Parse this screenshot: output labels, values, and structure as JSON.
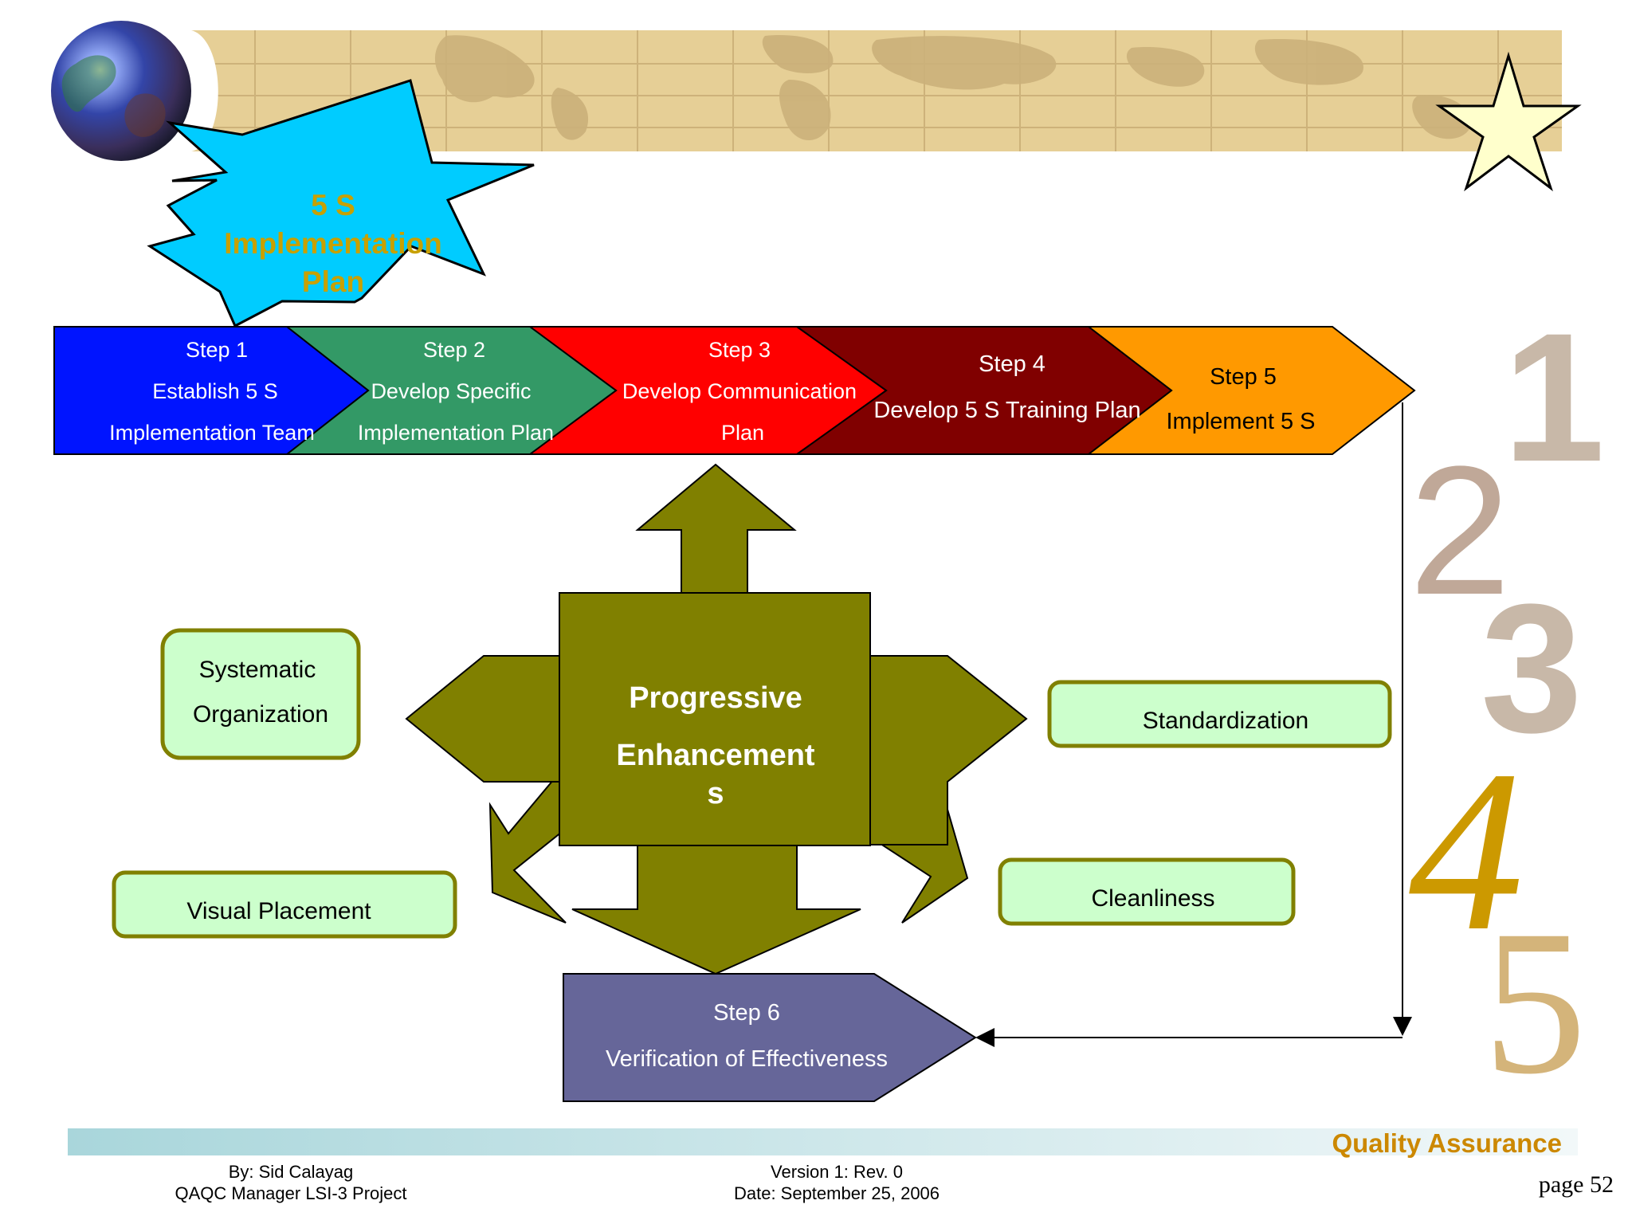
{
  "burst": {
    "line1": "5 S",
    "line2": "Implementation",
    "line3": "Plan"
  },
  "steps": [
    {
      "title": "Step 1",
      "line1": "Establish  5 S",
      "line2": "Implementation Team",
      "color": "#0014ff"
    },
    {
      "title": "Step 2",
      "line1": "Develop Specific",
      "line2": "Implementation Plan",
      "color": "#339966"
    },
    {
      "title": "Step 3",
      "line1": "Develop Communication",
      "line2": "Plan",
      "color": "#ff0000"
    },
    {
      "title": "Step 4",
      "line1": "Develop 5 S Training Plan",
      "color": "#800000"
    },
    {
      "title": "Step 5",
      "line1": "Implement 5 S",
      "color": "#ff9900"
    }
  ],
  "step6": {
    "title": "Step 6",
    "line1": "Verification of Effectiveness",
    "color": "#666699"
  },
  "center": {
    "line1": "Progressive",
    "line2": "Enhancement",
    "line3": "s",
    "color": "#808000"
  },
  "pillars": {
    "left_top": {
      "line1": "Systematic",
      "line2": "Organization"
    },
    "left_bottom": "Visual Placement",
    "right_top": "Standardization",
    "right_bottom": "Cleanliness"
  },
  "side_numbers": [
    "1",
    "2",
    "3",
    "4",
    "5"
  ],
  "footer": {
    "brand": "Quality Assurance",
    "author_line1": "By: Sid Calayag",
    "author_line2": "QAQC Manager LSI-3 Project",
    "version_line1": "Version  1: Rev.  0",
    "version_line2": "Date: September 25, 2006",
    "page": "page 52"
  },
  "colors": {
    "accent_gold": "#c8a000",
    "pill_fill": "#ccffcc",
    "pill_border": "#808000",
    "brand_text": "#cc8800",
    "map_band": "#e6cf96"
  },
  "icons": [
    "globe-icon",
    "star-icon"
  ]
}
